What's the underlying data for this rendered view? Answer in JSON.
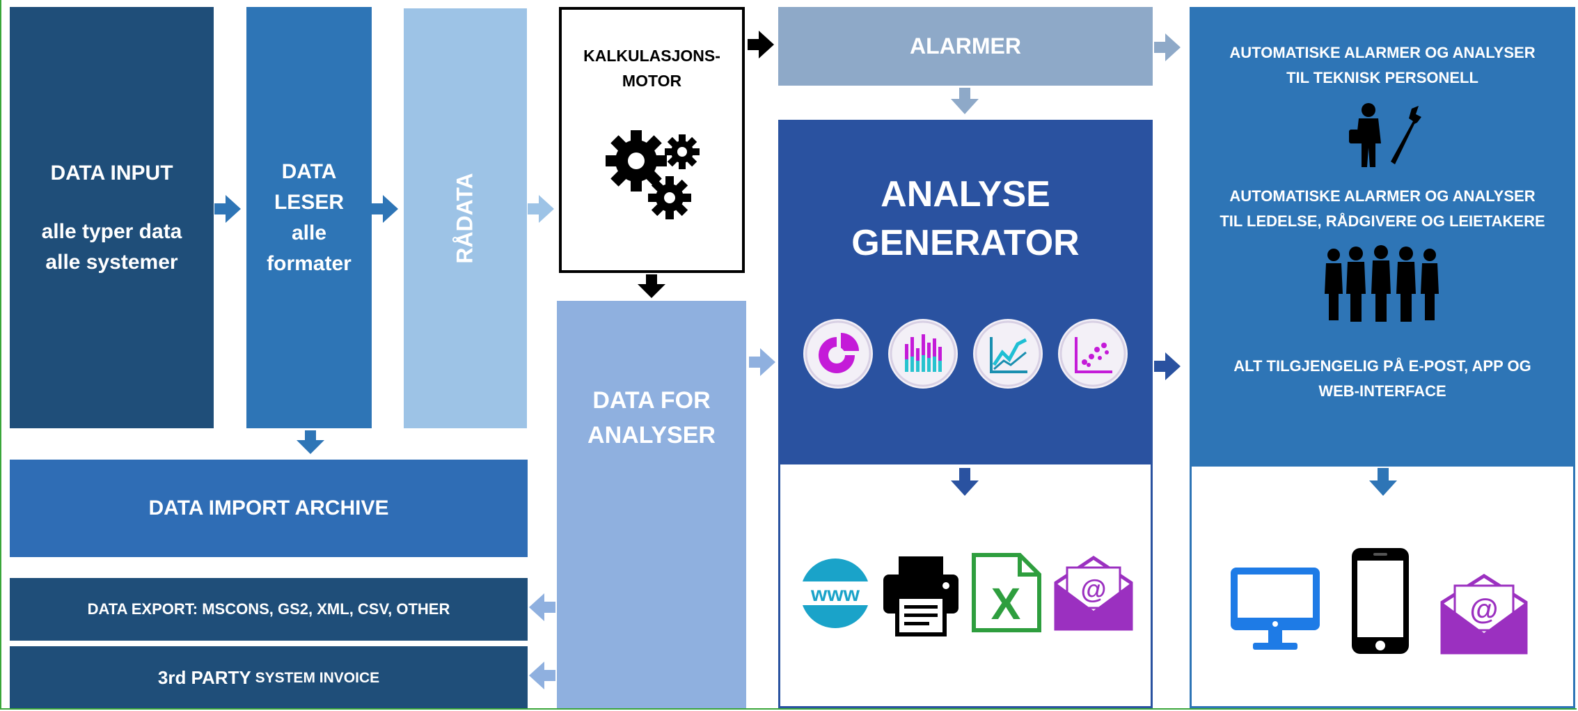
{
  "blocks": {
    "data_input": {
      "title": "DATA INPUT",
      "line1": "alle typer data",
      "line2": "alle systemer"
    },
    "data_leser": {
      "line1": "DATA",
      "line2": "LESER",
      "line3": "alle",
      "line4": "formater"
    },
    "radata": {
      "label": "RÅDATA"
    },
    "kalkulasjon": {
      "line1": "KALKULASJONS-",
      "line2": "MOTOR"
    },
    "alarmer": {
      "label": "ALARMER"
    },
    "analyse": {
      "line1": "ANALYSE",
      "line2": "GENERATOR"
    },
    "data_for": {
      "line1": "DATA FOR",
      "line2": "ANALYSER"
    },
    "archive": {
      "label": "DATA IMPORT ARCHIVE"
    },
    "export": {
      "label": "DATA EXPORT: MSCONS, GS2, XML, CSV, OTHER"
    },
    "party": {
      "part1": "3rd PARTY",
      "part2": " SYSTEM INVOICE"
    },
    "right": {
      "text1a": "AUTOMATISKE ALARMER  OG ANALYSER",
      "text1b": "TIL TEKNISK PERSONELL",
      "text2a": "AUTOMATISKE ALARMER OG ANALYSER",
      "text2b": "TIL LEDELSE, RÅDGIVERE OG LEIETAKERE",
      "text3a": "ALT TILGJENGELIG PÅ E-POST, APP OG",
      "text3b": "WEB-INTERFACE"
    }
  },
  "icons": {
    "www_text": "www",
    "excel_letter": "X",
    "at_symbol": "@"
  },
  "colors": {
    "dark_blue": "#1f4e79",
    "mid_blue": "#2e75b6",
    "light_blue": "#9dc3e6",
    "analyse_blue": "#2a52a0",
    "grey_blue": "#8ea9c8",
    "border_green": "#3aa63a",
    "www_cyan": "#1aa3c9",
    "excel_green": "#2e9e3e",
    "mail_purple": "#9b30c0",
    "monitor_blue": "#1e7be6"
  }
}
